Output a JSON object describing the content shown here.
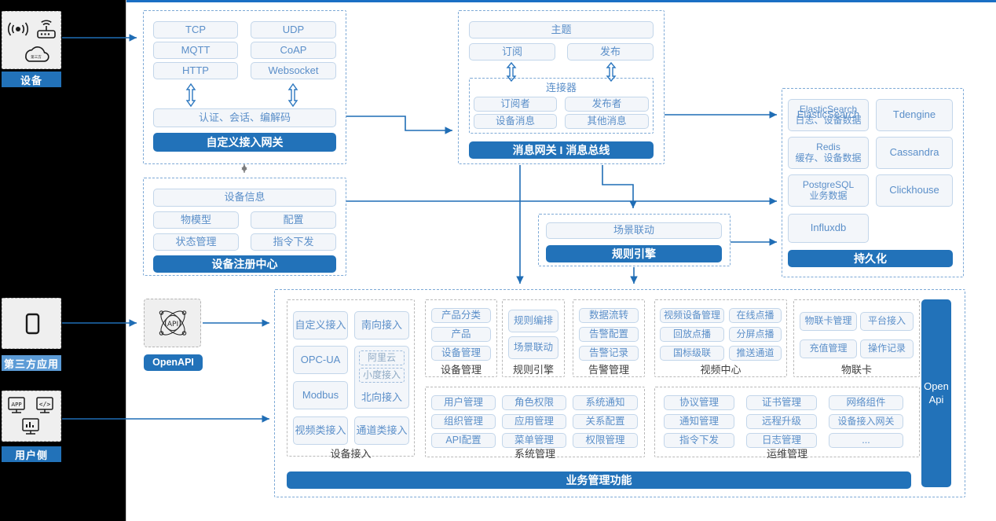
{
  "actors": {
    "device": {
      "label": "设备",
      "icons": [
        "signal-icon",
        "router-icon",
        "cloud-icon"
      ]
    },
    "third_party": {
      "label": "第三方应用",
      "icons": [
        "mobile-icon"
      ]
    },
    "user_side": {
      "label": "用户侧",
      "icons": [
        "app-monitor-icon",
        "code-monitor-icon",
        "chart-monitor-icon"
      ]
    }
  },
  "gateway": {
    "protocols": [
      "TCP",
      "UDP",
      "MQTT",
      "CoAP",
      "HTTP",
      "Websocket"
    ],
    "codec": "认证、会话、编解码",
    "title": "自定义接入网关"
  },
  "message_bus": {
    "topic": "主题",
    "subscribe": "订阅",
    "publish": "发布",
    "connector_title": "连接器",
    "connector_items": [
      "订阅者",
      "发布者",
      "设备消息",
      "其他消息"
    ],
    "title": "消息网关 I 消息总线"
  },
  "registry": {
    "device_info": "设备信息",
    "items": [
      "物模型",
      "配置",
      "状态管理",
      "指令下发"
    ],
    "title": "设备注册中心"
  },
  "rule_engine": {
    "scene": "场景联动",
    "title": "规则引擎"
  },
  "persistence": {
    "stores": [
      {
        "name": "ElasticSearch",
        "sub": "日志、设备数据"
      },
      {
        "name": "Tdengine",
        "sub": ""
      },
      {
        "name": "Redis",
        "sub": "缓存、设备数据"
      },
      {
        "name": "Cassandra",
        "sub": ""
      },
      {
        "name": "PostgreSQL",
        "sub": "业务数据"
      },
      {
        "name": "Clickhouse",
        "sub": ""
      },
      {
        "name": "Influxdb",
        "sub": ""
      }
    ],
    "title": "持久化"
  },
  "openapi": {
    "badge": "OpenAPI",
    "icon": "api-network-icon"
  },
  "business": {
    "bar_title": "业务管理功能",
    "side_bar": "Open\nApi",
    "device_access": {
      "caption": "设备接入",
      "items": [
        "自定义接入",
        "南向接入",
        "OPC-UA",
        "Modbus",
        "视频类接入",
        "通道类接入"
      ],
      "northbound": {
        "label": "北向接入",
        "inner": [
          "阿里云",
          "小度接入"
        ]
      }
    },
    "device_mgmt": {
      "caption": "设备管理",
      "items": [
        "产品分类",
        "产品",
        "设备管理"
      ]
    },
    "rule_engine": {
      "caption": "规则引擎",
      "items": [
        "规则编排",
        "场景联动"
      ]
    },
    "alarm_mgmt": {
      "caption": "告警管理",
      "items": [
        "数据流转",
        "告警配置",
        "告警记录"
      ]
    },
    "video_center": {
      "caption": "视频中心",
      "items": [
        "视频设备管理",
        "在线点播",
        "回放点播",
        "分屏点播",
        "国标级联",
        "推送通道"
      ]
    },
    "iot_card": {
      "caption": "物联卡",
      "items": [
        "物联卡管理",
        "平台接入",
        "充值管理",
        "操作记录"
      ]
    },
    "system_mgmt": {
      "caption": "系统管理",
      "items": [
        "用户管理",
        "角色权限",
        "系统通知",
        "组织管理",
        "应用管理",
        "关系配置",
        "API配置",
        "菜单管理",
        "权限管理"
      ]
    },
    "ops_mgmt": {
      "caption": "运维管理",
      "items": [
        "协议管理",
        "证书管理",
        "网络组件",
        "通知管理",
        "远程升级",
        "设备接入网关",
        "指令下发",
        "日志管理",
        "..."
      ]
    }
  },
  "colors": {
    "brand_blue": "#2272b9",
    "pill_border": "#c3d6ea",
    "pill_bg": "#f3f6fa",
    "pill_text": "#5b8fc9",
    "dashed_group": "#7da9d6",
    "rail": "#000000"
  }
}
